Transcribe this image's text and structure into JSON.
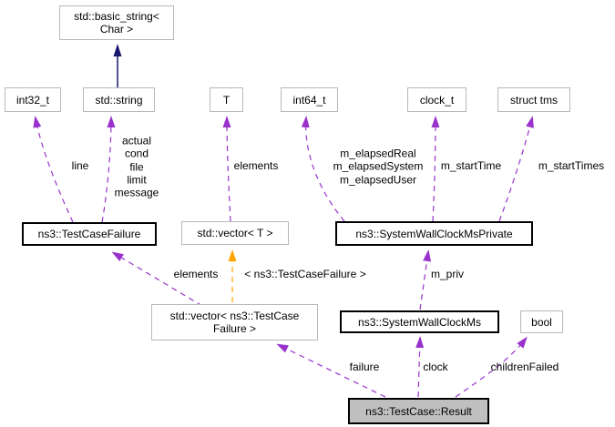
{
  "diagram": {
    "type": "doxygen-collaboration-graph",
    "colors": {
      "usage_edge": "#9932cc",
      "template_edge": "#ffa500",
      "inheritance_edge": "#191970",
      "documented_node_border": "#000000",
      "external_node_border": "#b8b8b8",
      "current_node_fill": "#bfbfbf",
      "background": "#ffffff"
    },
    "nodes": {
      "basic_string": "std::basic_string<\nChar >",
      "int32_t": "int32_t",
      "std_string": "std::string",
      "t": "T",
      "int64_t": "int64_t",
      "clock_t": "clock_t",
      "struct_tms": "struct tms",
      "test_case_failure": "ns3::TestCaseFailure",
      "vector_t": "std::vector< T >",
      "system_wall_clock_ms_private": "ns3::SystemWallClockMsPrivate",
      "vector_test_case_failure": "std::vector< ns3::TestCase\nFailure >",
      "system_wall_clock_ms": "ns3::SystemWallClockMs",
      "bool": "bool",
      "result": "ns3::TestCase::Result"
    },
    "edge_labels": {
      "line": "line",
      "string_members": "actual\ncond\nfile\nlimit\nmessage",
      "elements_t": "elements",
      "elapsed_members": "m_elapsedReal\nm_elapsedSystem\nm_elapsedUser",
      "start_time": "m_startTime",
      "start_times": "m_startTimes",
      "elements_tcf": "elements",
      "template_args": "< ns3::TestCaseFailure >",
      "m_priv": "m_priv",
      "failure": "failure",
      "clock": "clock",
      "children_failed": "childrenFailed"
    }
  }
}
